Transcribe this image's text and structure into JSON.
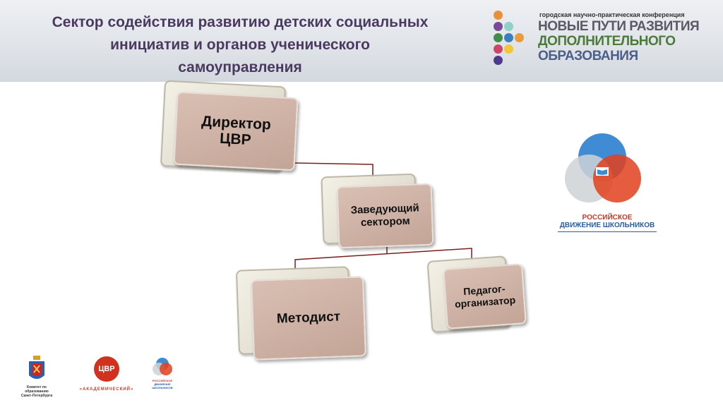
{
  "header": {
    "title_lines": [
      "Сектор содействия развитию детских социальных",
      "инициатив и органов ученического",
      "самоуправления"
    ],
    "conference": {
      "subtitle": "городская научно-практическая конференция",
      "line1": "НОВЫЕ ПУТИ РАЗВИТИЯ",
      "line2": "ДОПОЛНИТЕЛЬНОГО",
      "line3": "ОБРАЗОВАНИЯ"
    }
  },
  "org_chart": {
    "director": {
      "line1": "Директор",
      "line2": "ЦВР"
    },
    "head": {
      "line1": "Заведующий",
      "line2": "сектором"
    },
    "methodist": {
      "label": "Методист"
    },
    "organizer": {
      "line1": "Педагог-",
      "line2": "организатор"
    },
    "line_color": "#7a1f1f",
    "box_color": "#cdb0a3"
  },
  "rdsh_logo": {
    "line1": "РОССИЙСКОЕ",
    "line2": "ДВИЖЕНИЕ ШКОЛЬНИКОВ"
  },
  "footer": {
    "committee": {
      "line1": "Комитет по образованию",
      "line2": "Санкт-Петербурга"
    },
    "cvr": {
      "badge": "ЦВР",
      "name": "«АКАДЕМИЧЕСКИЙ»"
    },
    "rdsh_small": {
      "line1": "РОССИЙСКОЕ",
      "line2": "ДВИЖЕНИЕ ШКОЛЬНИКОВ"
    }
  }
}
